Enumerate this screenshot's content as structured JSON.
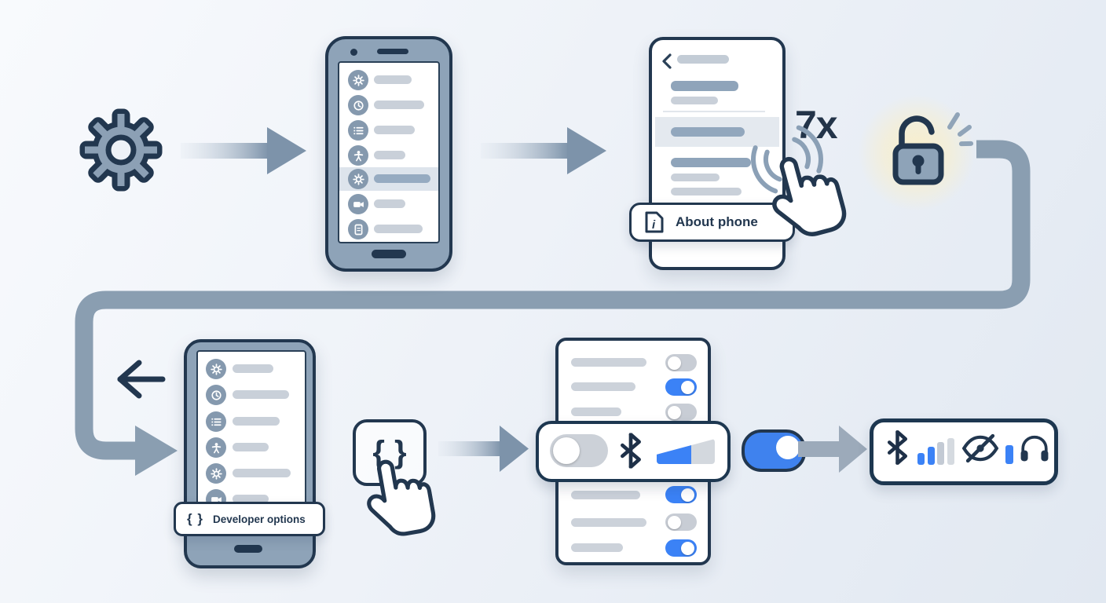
{
  "title": "Enable Android developer options — step diagram",
  "colors": {
    "background_start": "#f8fafd",
    "background_end": "#e1e8f1",
    "outline_navy": "#22374f",
    "steel_blue": "#8ca0b5",
    "pill_gray": "#c9d0d9",
    "pill_steel": "#92a7bd",
    "highlight_band": "#dde4ec",
    "accent_blue": "#3b82f6",
    "toggle_off_track": "#c8cdd5",
    "lock_glow": "#f9efc9"
  },
  "step1_settings": {
    "icon": "gear-icon"
  },
  "step2_settings_list": {
    "icon": "phone-settings-list",
    "rows": 7,
    "highlighted_row": 5
  },
  "step3_about_phone": {
    "tap_count": "7x",
    "icon_hand": "tap-hand-icon",
    "callout": {
      "icon": "document-info-icon",
      "icon_letter": "i",
      "label": "About phone"
    }
  },
  "step4_unlocked": {
    "icon": "open-padlock-icon"
  },
  "step5_back": {
    "icon": "back-arrow-icon"
  },
  "step6_developer_options": {
    "icon": "phone-settings-list",
    "rows": 6,
    "callout": {
      "icon_text": "{ }",
      "label": "Developer options"
    }
  },
  "step7_braces_button": {
    "open": "{",
    "close": "}",
    "icon_hand": "tap-hand-icon"
  },
  "step8_toggle_list": {
    "top_toggles": [
      "off",
      "on",
      "off"
    ],
    "bottom_toggles": [
      "on",
      "off",
      "on"
    ],
    "callout": {
      "toggle": "off",
      "icon": "bluetooth-icon",
      "slider_fill_percent": 60
    }
  },
  "step9_toggle": {
    "state": "on"
  },
  "step10_statusbar": {
    "icons": [
      "bluetooth-icon",
      "signal-bars-icon",
      "visibility-off-icon",
      "volume-level-icon",
      "headphones-icon"
    ]
  }
}
